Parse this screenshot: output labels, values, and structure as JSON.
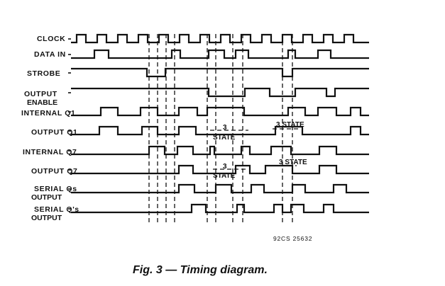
{
  "signals": [
    {
      "label": "CLOCK",
      "sub": ""
    },
    {
      "label": "DATA IN",
      "sub": ""
    },
    {
      "label": "STROBE",
      "sub": ""
    },
    {
      "label": "OUTPUT",
      "sub": "ENABLE"
    },
    {
      "label": "INTERNAL Q1",
      "sub": ""
    },
    {
      "label": "OUTPUT Q1",
      "sub": ""
    },
    {
      "label": "INTERNAL Q7",
      "sub": ""
    },
    {
      "label": "OUTPUT Q7",
      "sub": ""
    },
    {
      "label": "SERIAL Qs",
      "sub": "OUTPUT"
    },
    {
      "label": "SERIAL Q's",
      "sub": "OUTPUT"
    }
  ],
  "annotations": {
    "three_state_1": "3",
    "three_state_1b": "STATE",
    "three_state_2": "3 STATE",
    "three_state_3": "3",
    "three_state_3b": "STATE",
    "three_state_4": "3 STATE"
  },
  "code": "92CS 25632",
  "caption": "Fig. 3 — Timing diagram."
}
